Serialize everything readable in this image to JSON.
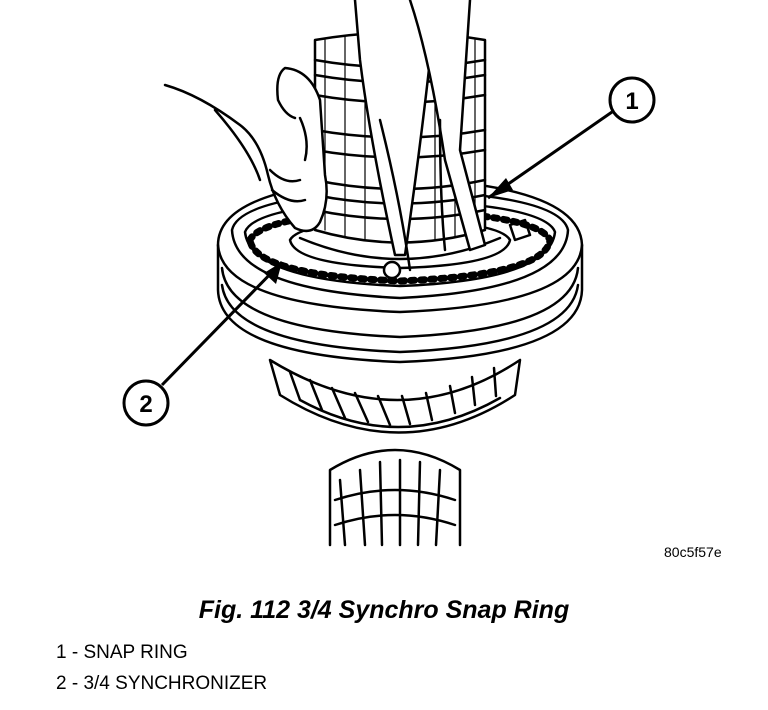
{
  "figure": {
    "reference_id": "80c5f57e",
    "caption": "Fig. 112 3/4 Synchro Snap Ring",
    "callouts": [
      {
        "number": "1",
        "label": "SNAP RING",
        "legend_text": "1 - SNAP RING"
      },
      {
        "number": "2",
        "label": "3/4 SYNCHRONIZER",
        "legend_text": "2 - 3/4 SYNCHRONIZER"
      }
    ]
  }
}
